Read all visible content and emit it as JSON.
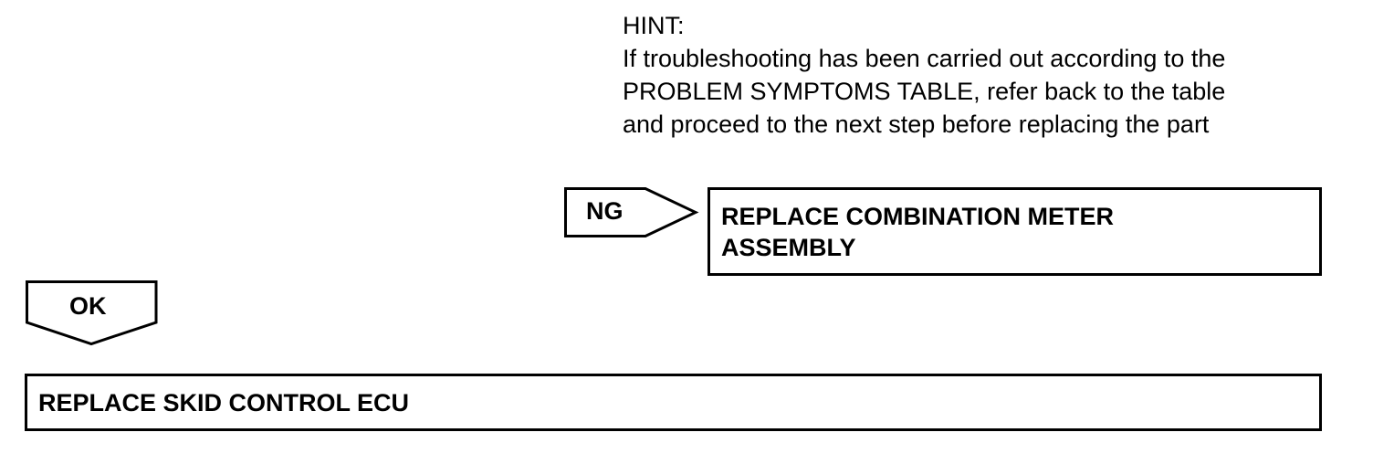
{
  "hint": {
    "heading": "HINT:",
    "lines": [
      "If troubleshooting has been carried out according to the",
      "PROBLEM SYMPTOMS TABLE, refer back to the table",
      "and proceed to the next step before replacing the part"
    ]
  },
  "ng_branch": {
    "label": "NG",
    "action_lines": [
      "REPLACE COMBINATION METER",
      "ASSEMBLY"
    ]
  },
  "ok_branch": {
    "label": "OK",
    "action": "REPLACE SKID CONTROL ECU"
  }
}
